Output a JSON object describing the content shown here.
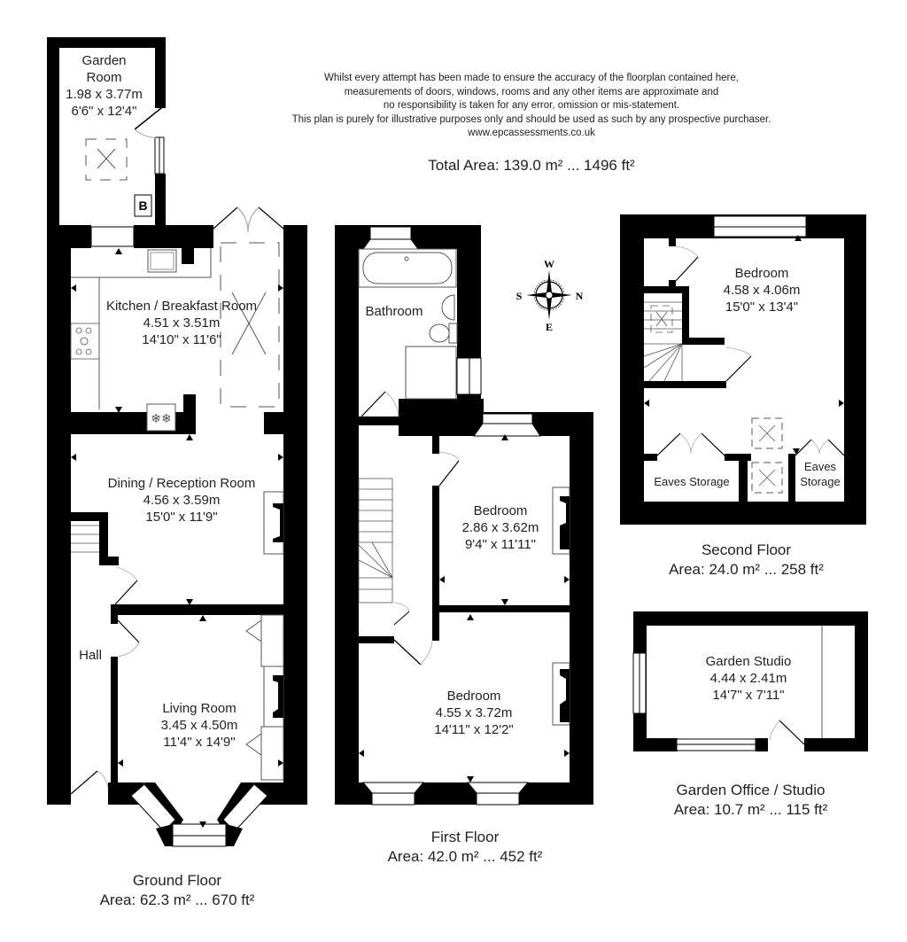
{
  "disclaimer": {
    "lines": [
      "Whilst every attempt has been made to ensure the accuracy of the floorplan contained here,",
      "measurements of doors, windows, rooms and any other items are approximate and",
      "no responsibility is taken for any error, omission or mis-statement.",
      "This plan is purely for illustrative purposes only and should be used as such by any prospective purchaser.",
      "www.epcassessments.co.uk"
    ]
  },
  "total_area": "Total Area: 139.0 m² ... 1496 ft²",
  "compass": {
    "icon": "compass-rose-icon",
    "north": "N",
    "south": "S",
    "east": "E",
    "west": "W"
  },
  "floors": {
    "ground": {
      "title": "Ground Floor",
      "area": "Area: 62.3 m² ... 670 ft²",
      "rooms": {
        "garden_room": {
          "name_line1": "Garden",
          "name_line2": "Room",
          "metric": "1.98 x 3.77m",
          "imperial": "6'6\" x 12'4\""
        },
        "boiler": {
          "label": "B"
        },
        "kitchen": {
          "name": "Kitchen / Breakfast Room",
          "metric": "4.51 x 3.51m",
          "imperial": "14'10\" x 11'6\""
        },
        "dining": {
          "name": "Dining / Reception Room",
          "metric": "4.56 x 3.59m",
          "imperial": "15'0\" x 11'9\""
        },
        "hall": {
          "name": "Hall"
        },
        "living": {
          "name": "Living Room",
          "metric": "3.45 x 4.50m",
          "imperial": "11'4\" x 14'9\""
        }
      }
    },
    "first": {
      "title": "First Floor",
      "area": "Area: 42.0 m² ... 452 ft²",
      "rooms": {
        "bathroom": {
          "name": "Bathroom"
        },
        "bedroom_small": {
          "name": "Bedroom",
          "metric": "2.86 x 3.62m",
          "imperial": "9'4\" x 11'11\""
        },
        "bedroom_large": {
          "name": "Bedroom",
          "metric": "4.55 x 3.72m",
          "imperial": "14'11\" x 12'2\""
        }
      }
    },
    "second": {
      "title": "Second Floor",
      "area": "Area: 24.0 m² ... 258 ft²",
      "rooms": {
        "bedroom": {
          "name": "Bedroom",
          "metric": "4.58 x 4.06m",
          "imperial": "15'0\" x 13'4\""
        },
        "eaves_left": {
          "name": "Eaves Storage"
        },
        "eaves_right": {
          "name_line1": "Eaves",
          "name_line2": "Storage"
        }
      }
    },
    "garden_office": {
      "title": "Garden Office / Studio",
      "area": "Area: 10.7 m² ... 115 ft²",
      "rooms": {
        "studio": {
          "name": "Garden Studio",
          "metric": "4.44 x 2.41m",
          "imperial": "14'7\" x 7'11\""
        }
      }
    }
  },
  "colors": {
    "wall": "#000000",
    "background": "#ffffff",
    "text": "#222222",
    "fixture_line": "#555555"
  }
}
